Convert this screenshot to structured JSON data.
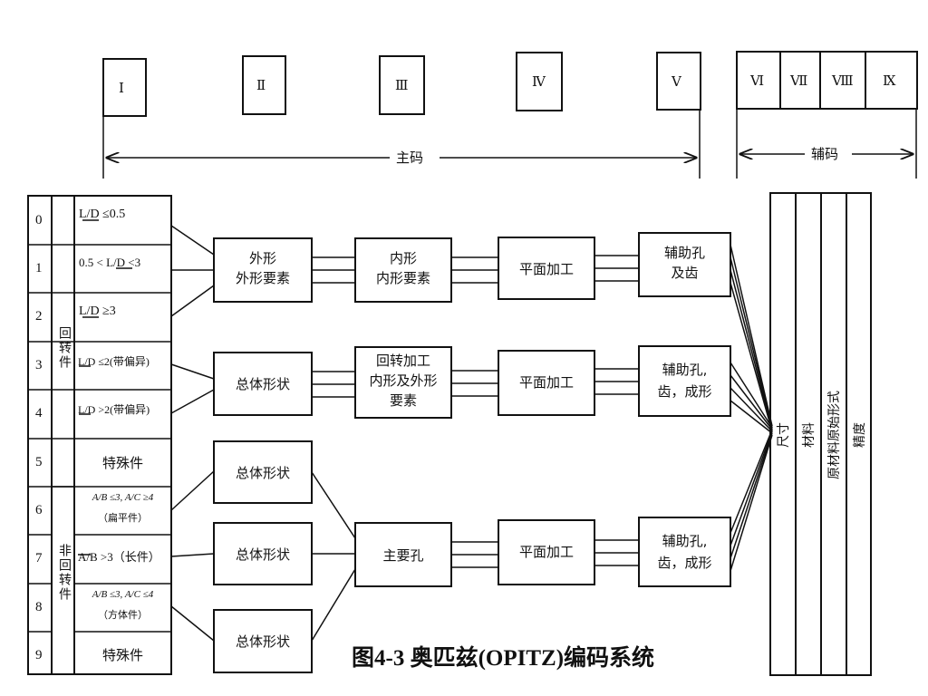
{
  "header": {
    "main_digits": [
      "Ⅰ",
      "Ⅱ",
      "Ⅲ",
      "Ⅳ",
      "Ⅴ"
    ],
    "aux_digits": [
      "Ⅵ",
      "Ⅶ",
      "Ⅷ",
      "Ⅸ"
    ],
    "main_label": "主码",
    "aux_label": "辅码"
  },
  "table": {
    "numbers": [
      "0",
      "1",
      "2",
      "3",
      "4",
      "5",
      "6",
      "7",
      "8",
      "9"
    ],
    "rotational_group": "回转件",
    "non_rotational_group": "非回转件",
    "rows": [
      "L/D ≤0.5",
      "0.5 < L/D <3",
      "L/D ≥3",
      "L/D ≤2(带偏异)",
      "L/D >2(带偏异)",
      "特殊件",
      "A/B ≤3, A/C ≥4",
      "A/B >3（长件）",
      "A/B ≤3, A/C ≤4",
      "特殊件"
    ],
    "row6_sub": "（扁平件）",
    "row8_sub": "（方体件）"
  },
  "flow": {
    "row1": [
      "外形\n外形要素",
      "内形\n内形要素",
      "平面加工",
      "辅助孔\n及齿"
    ],
    "row2": [
      "总体形状",
      "回转加工\n内形及外形\n要素",
      "平面加工",
      "辅助孔,\n齿，成形"
    ],
    "row3_left": [
      "总体形状",
      "总体形状",
      "总体形状"
    ],
    "row3": [
      "主要孔",
      "平面加工",
      "辅助孔,\n齿，成形"
    ]
  },
  "aux_column": [
    "尺寸",
    "材料",
    "原材料原始形式",
    "精度"
  ],
  "caption": "图4-3 奥匹兹(OPITZ)编码系统"
}
